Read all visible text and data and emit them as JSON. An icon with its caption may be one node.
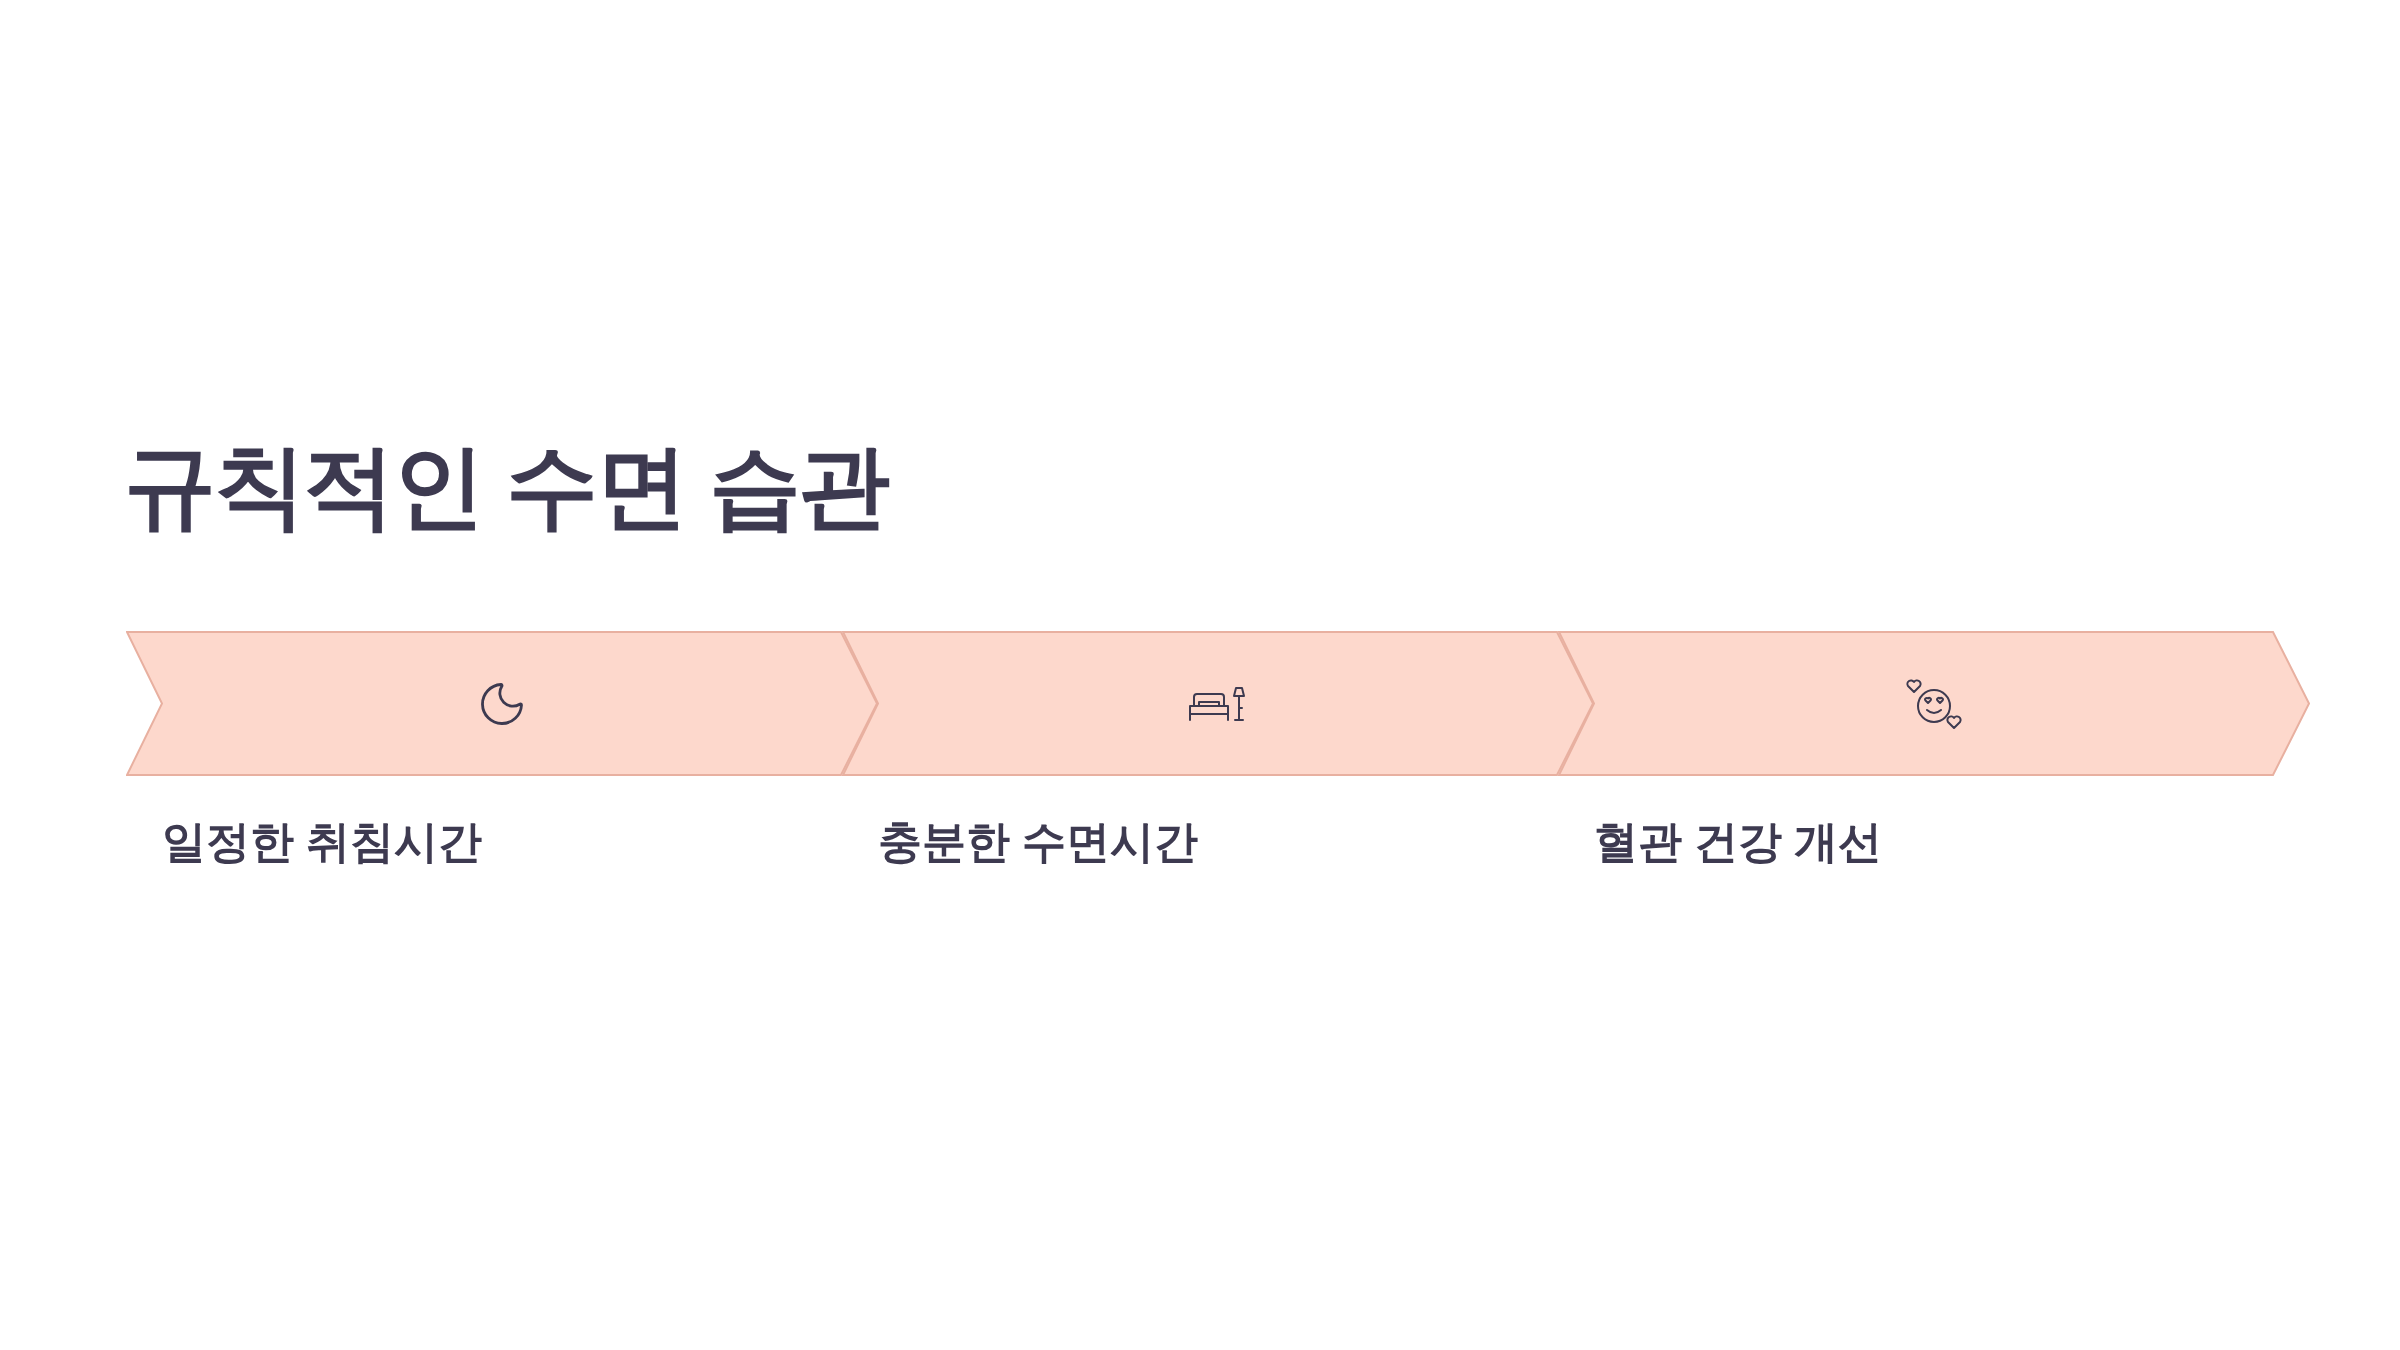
{
  "diagram": {
    "title": "규칙적인 수면 습관",
    "nodes": [
      {
        "text": [
          "일정한 취침시간"
        ]
      },
      {
        "text": [
          "충분한 수면시간"
        ]
      },
      {
        "text": [
          "혈관 건강 개선"
        ]
      }
    ]
  }
}
